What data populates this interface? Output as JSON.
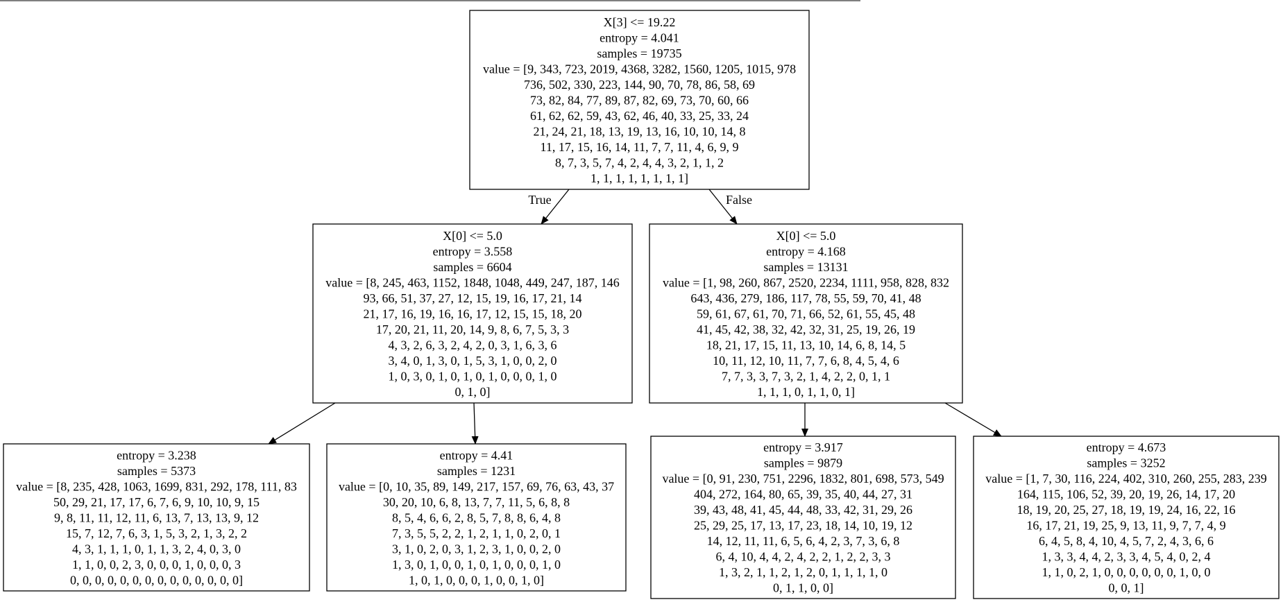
{
  "tree": {
    "nodes": [
      {
        "id": "root",
        "lines": [
          "X[3] <= 19.22",
          "entropy = 4.041",
          "samples = 19735",
          "value = [9, 343, 723, 2019, 4368, 3282, 1560, 1205, 1015, 978",
          "736, 502, 330, 223, 144, 90, 70, 78, 86, 58, 69",
          "73, 82, 84, 77, 89, 87, 82, 69, 73, 70, 60, 66",
          "61, 62, 62, 59, 43, 62, 46, 40, 33, 25, 33, 24",
          "21, 24, 21, 18, 13, 19, 13, 16, 10, 10, 14, 8",
          "11, 17, 15, 16, 14, 11, 7, 7, 11, 4, 6, 9, 9",
          "8, 7, 3, 5, 7, 4, 2, 4, 4, 3, 2, 1, 1, 2",
          "1, 1, 1, 1, 1, 1, 1, 1]"
        ]
      },
      {
        "id": "left",
        "lines": [
          "X[0] <= 5.0",
          "entropy = 3.558",
          "samples = 6604",
          "value = [8, 245, 463, 1152, 1848, 1048, 449, 247, 187, 146",
          "93, 66, 51, 37, 27, 12, 15, 19, 16, 17, 21, 14",
          "21, 17, 16, 19, 16, 16, 17, 12, 15, 15, 18, 20",
          "17, 20, 21, 11, 20, 14, 9, 8, 6, 7, 5, 3, 3",
          "4, 3, 2, 6, 3, 2, 4, 2, 0, 3, 1, 6, 3, 6",
          "3, 4, 0, 1, 3, 0, 1, 5, 3, 1, 0, 0, 2, 0",
          "1, 0, 3, 0, 1, 0, 1, 0, 1, 0, 0, 0, 1, 0",
          "0, 1, 0]"
        ]
      },
      {
        "id": "right",
        "lines": [
          "X[0] <= 5.0",
          "entropy = 4.168",
          "samples = 13131",
          "value = [1, 98, 260, 867, 2520, 2234, 1111, 958, 828, 832",
          "643, 436, 279, 186, 117, 78, 55, 59, 70, 41, 48",
          "59, 61, 67, 61, 70, 71, 66, 52, 61, 55, 45, 48",
          "41, 45, 42, 38, 32, 42, 32, 31, 25, 19, 26, 19",
          "18, 21, 17, 15, 11, 13, 10, 14, 6, 8, 14, 5",
          "10, 11, 12, 10, 11, 7, 7, 6, 8, 4, 5, 4, 6",
          "7, 7, 3, 3, 7, 3, 2, 1, 4, 2, 2, 0, 1, 1",
          "1, 1, 1, 0, 1, 1, 0, 1]"
        ]
      },
      {
        "id": "leaf-ll",
        "lines": [
          "entropy = 3.238",
          "samples = 5373",
          "value = [8, 235, 428, 1063, 1699, 831, 292, 178, 111, 83",
          "50, 29, 21, 17, 17, 6, 7, 6, 9, 10, 10, 9, 15",
          "9, 8, 11, 11, 12, 11, 6, 13, 7, 13, 13, 9, 12",
          "15, 7, 12, 7, 6, 3, 1, 5, 3, 2, 1, 3, 2, 2",
          "4, 3, 1, 1, 1, 0, 1, 1, 3, 2, 4, 0, 3, 0",
          "1, 1, 0, 0, 2, 3, 0, 0, 0, 1, 0, 0, 0, 3",
          "0, 0, 0, 0, 0, 0, 0, 0, 0, 0, 0, 0, 0, 0]"
        ]
      },
      {
        "id": "leaf-lr",
        "lines": [
          "entropy = 4.41",
          "samples = 1231",
          "value = [0, 10, 35, 89, 149, 217, 157, 69, 76, 63, 43, 37",
          "30, 20, 10, 6, 8, 13, 7, 7, 11, 5, 6, 8, 8",
          "8, 5, 4, 6, 6, 2, 8, 5, 7, 8, 8, 6, 4, 8",
          "7, 3, 5, 5, 2, 2, 1, 2, 1, 1, 0, 2, 0, 1",
          "3, 1, 0, 2, 0, 3, 1, 2, 3, 1, 0, 0, 2, 0",
          "1, 3, 0, 1, 0, 0, 1, 0, 1, 0, 0, 0, 1, 0",
          "1, 0, 1, 0, 0, 0, 1, 0, 0, 1, 0]"
        ]
      },
      {
        "id": "leaf-rl",
        "lines": [
          "entropy = 3.917",
          "samples = 9879",
          "value = [0, 91, 230, 751, 2296, 1832, 801, 698, 573, 549",
          "404, 272, 164, 80, 65, 39, 35, 40, 44, 27, 31",
          "39, 43, 48, 41, 45, 44, 48, 33, 42, 31, 29, 26",
          "25, 29, 25, 17, 13, 17, 23, 18, 14, 10, 19, 12",
          "14, 12, 11, 11, 6, 5, 6, 4, 2, 3, 7, 3, 6, 8",
          "6, 4, 10, 4, 4, 2, 4, 2, 2, 1, 2, 2, 3, 3",
          "1, 3, 2, 1, 1, 2, 1, 2, 0, 1, 1, 1, 1, 0",
          "0, 1, 1, 0, 0]"
        ]
      },
      {
        "id": "leaf-rr",
        "lines": [
          "entropy = 4.673",
          "samples = 3252",
          "value = [1, 7, 30, 116, 224, 402, 310, 260, 255, 283, 239",
          "164, 115, 106, 52, 39, 20, 19, 26, 14, 17, 20",
          "18, 19, 20, 25, 27, 18, 19, 19, 24, 16, 22, 16",
          "16, 17, 21, 19, 25, 9, 13, 11, 9, 7, 7, 4, 9",
          "6, 4, 5, 8, 4, 10, 4, 5, 7, 2, 4, 3, 6, 6",
          "1, 3, 3, 4, 4, 2, 3, 3, 4, 5, 4, 0, 2, 4",
          "1, 1, 0, 2, 1, 0, 0, 0, 0, 0, 0, 1, 0, 0",
          "0, 0, 1]"
        ]
      }
    ],
    "edges": [
      {
        "from": "root",
        "to": "left",
        "label": "True"
      },
      {
        "from": "root",
        "to": "right",
        "label": "False"
      },
      {
        "from": "left",
        "to": "leaf-ll",
        "label": ""
      },
      {
        "from": "left",
        "to": "leaf-lr",
        "label": ""
      },
      {
        "from": "right",
        "to": "leaf-rl",
        "label": ""
      },
      {
        "from": "right",
        "to": "leaf-rr",
        "label": ""
      }
    ]
  }
}
